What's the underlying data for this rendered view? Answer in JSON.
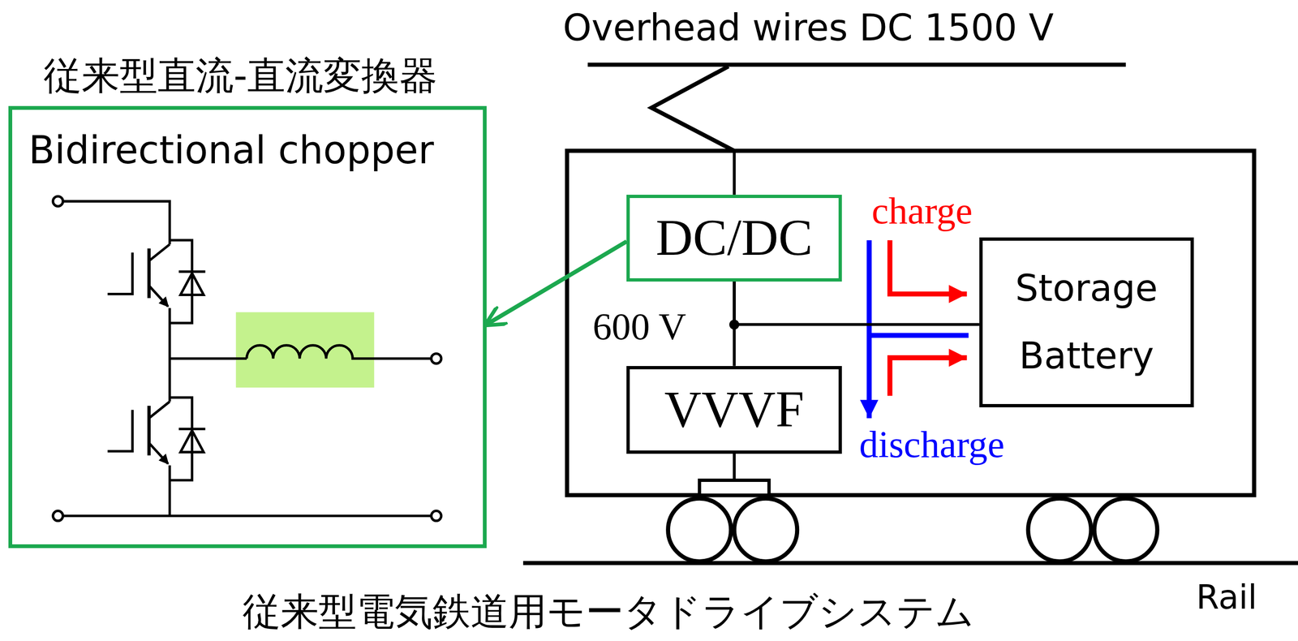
{
  "diagram": {
    "caption": "従来型電気鉄道用モータドライブシステム",
    "nodes": [
      {
        "text": [
          "従来型直流-直流変換器",
          "Bidirectional chopper"
        ]
      },
      {
        "text": [
          "DC/DC"
        ]
      },
      {
        "text": [
          "VVVF"
        ]
      },
      {
        "text": [
          "Storage Battery"
        ]
      }
    ],
    "edges": [
      {
        "from": 1,
        "to": 0,
        "arrow": "to"
      },
      {
        "from": 1,
        "to": 2,
        "arrow": "none"
      },
      {
        "from": 1,
        "to": 3,
        "arrow": "none"
      }
    ],
    "labels": [
      "Overhead wires DC 1500 V",
      "600 V",
      "charge",
      "discharge",
      "Rail"
    ]
  }
}
